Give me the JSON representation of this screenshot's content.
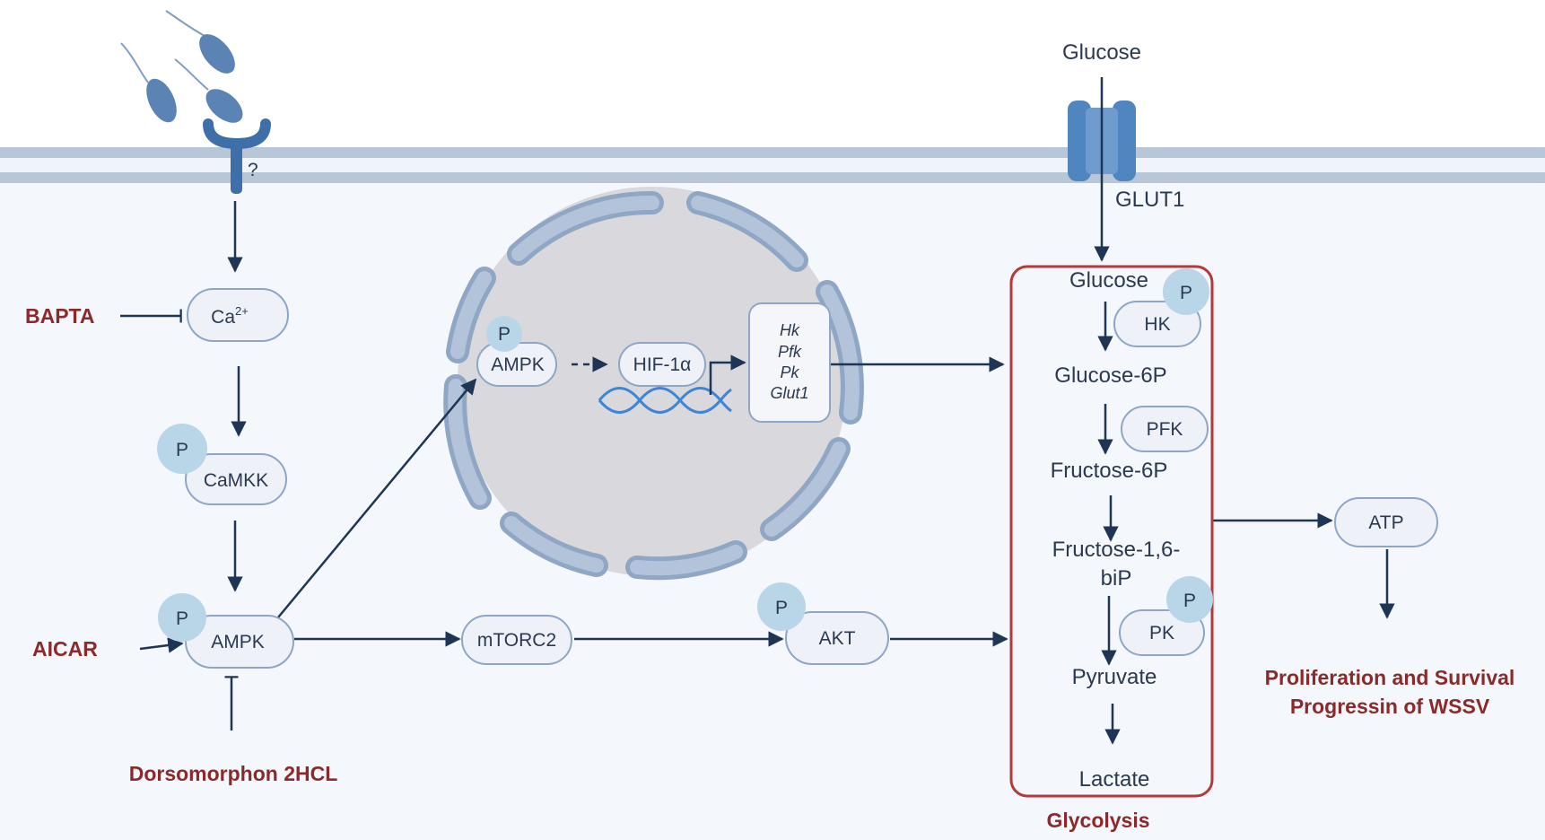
{
  "labels": {
    "receptor_question": "?",
    "glucose_out": "Glucose",
    "glut1": "GLUT1",
    "bapta": "BAPTA",
    "ca_base": "Ca",
    "ca_sup": "2+",
    "camkk": "CaMKK",
    "ampk": "AMPK",
    "aicar": "AICAR",
    "dorsomorphon": "Dorsomorphon 2HCL",
    "nuclear_ampk": "AMPK",
    "hif": "HIF-1α",
    "genes": [
      "Hk",
      "Pfk",
      "Pk",
      "Glut1"
    ],
    "mtorc2": "mTORC2",
    "akt": "AKT",
    "phospho": "P",
    "glucose_in": "Glucose",
    "hk": "HK",
    "glucose6p": "Glucose-6P",
    "pfk": "PFK",
    "fructose6p": "Fructose-6P",
    "fructose16bp_line1": "Fructose-1,6-",
    "fructose16bp_line2": "biP",
    "pk": "PK",
    "pyruvate": "Pyruvate",
    "lactate": "Lactate",
    "glycolysis": "Glycolysis",
    "atp": "ATP",
    "outcome_line1": "Proliferation and Survival",
    "outcome_line2": "Progressin of WSSV"
  },
  "colors": {
    "membrane": "#b8c7d8",
    "cytoplasm": "#f4f7fb",
    "nucleus": "#d9d9dd",
    "envelope": "#a9bcd6",
    "node_fill": "#eef2f8",
    "node_stroke": "#8ea6c5",
    "phospho": "#b9d6e8",
    "arrow": "#1e3556",
    "drug_text": "#8b2a2a",
    "glycolysis_box": "#b33a3a",
    "transporter": "#4f86c0",
    "dna": "#3d86d6",
    "virus": "#3f6fa8"
  }
}
